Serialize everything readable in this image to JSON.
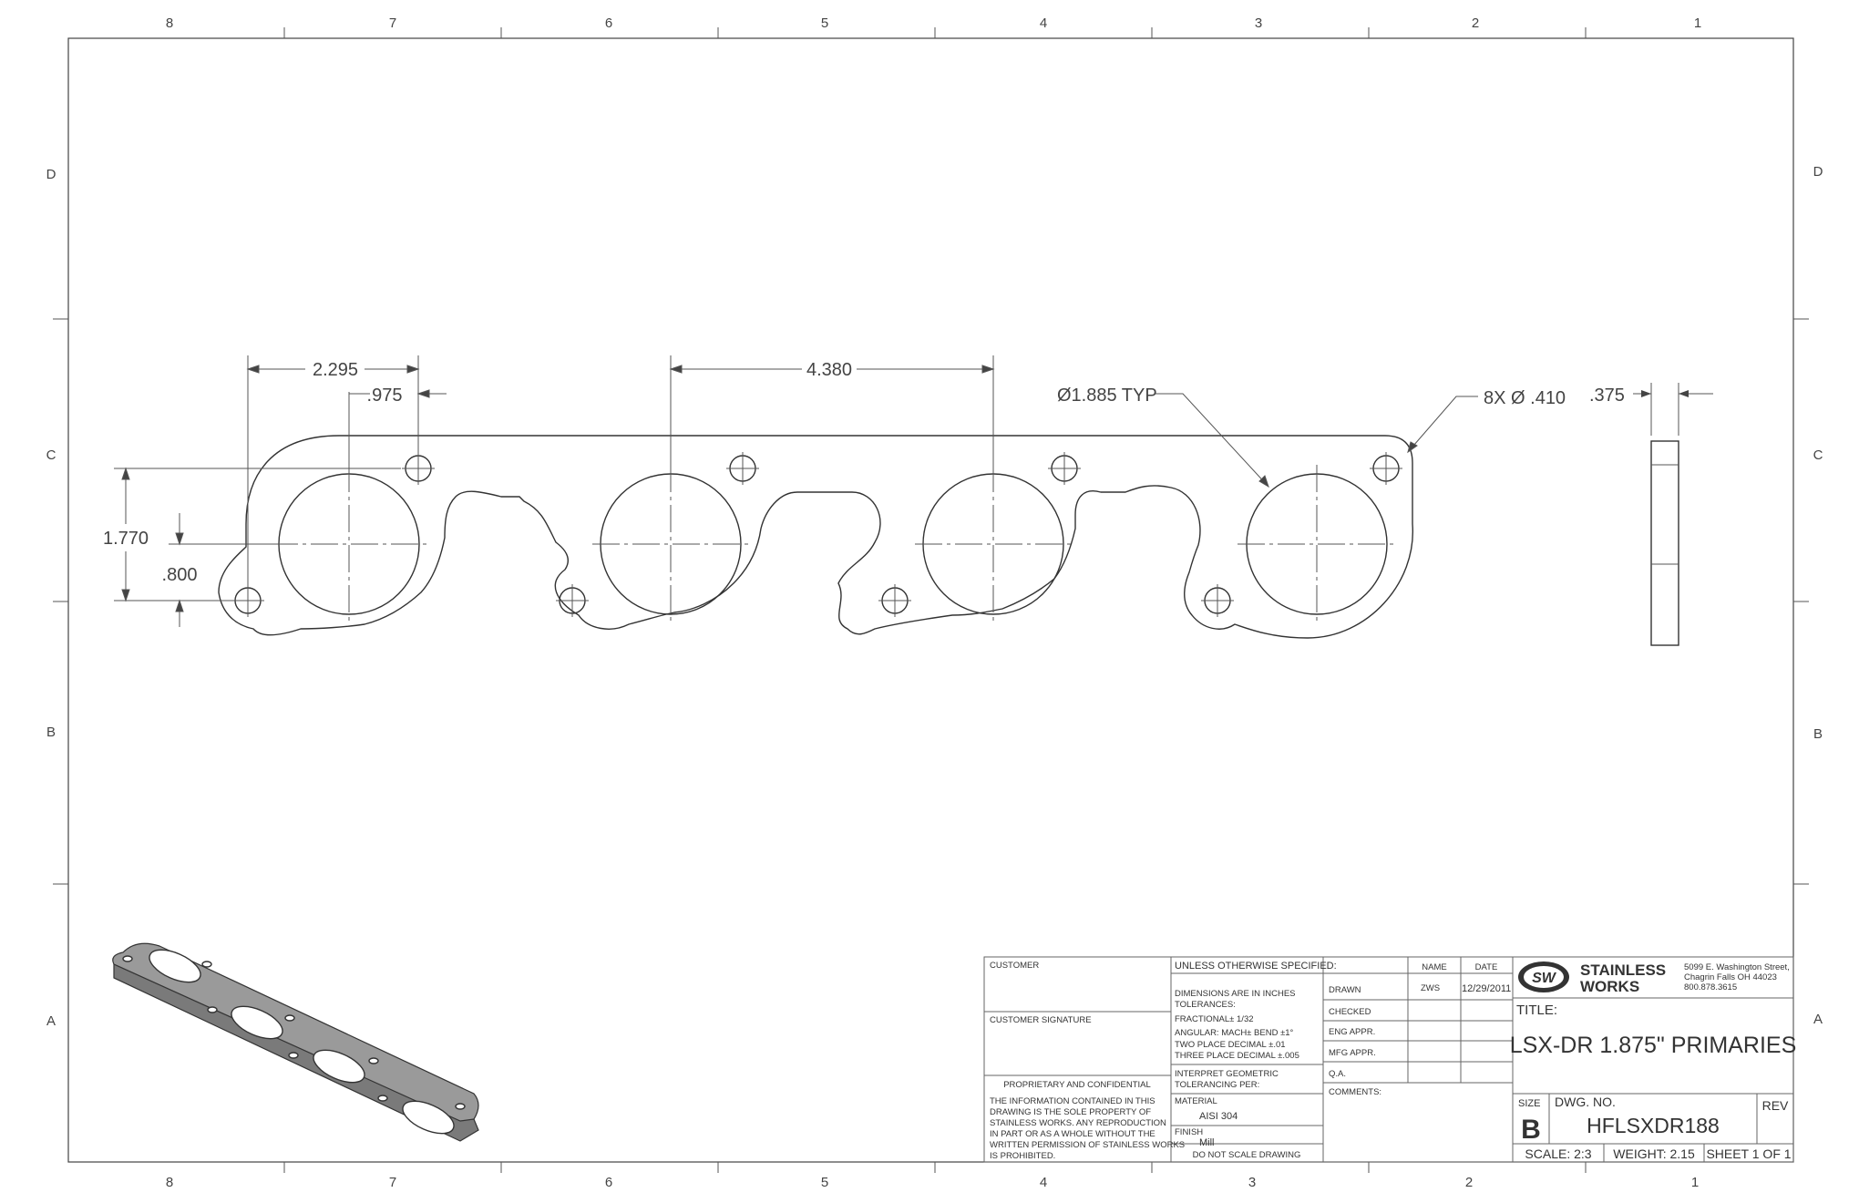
{
  "zones": {
    "columns": [
      "8",
      "7",
      "6",
      "5",
      "4",
      "3",
      "2",
      "1"
    ],
    "rows": [
      "D",
      "C",
      "B",
      "A"
    ]
  },
  "dimensions": {
    "d1": "2.295",
    "d2": ".975",
    "d3": "4.380",
    "d4": "1.770",
    "d5": ".800",
    "d6": "Ø1.885 TYP",
    "d7": "8X Ø .410",
    "d8": ".375"
  },
  "title_block": {
    "customer": "CUSTOMER",
    "customer_signature": "CUSTOMER SIGNATURE",
    "proprietary_heading": "PROPRIETARY AND CONFIDENTIAL",
    "proprietary_lines": [
      "THE INFORMATION CONTAINED IN THIS",
      "DRAWING IS THE SOLE PROPERTY OF",
      "STAINLESS WORKS.  ANY REPRODUCTION",
      "IN PART OR AS A WHOLE WITHOUT THE",
      "WRITTEN PERMISSION OF STAINLESS WORKS",
      "IS PROHIBITED."
    ],
    "unless": "UNLESS OTHERWISE SPECIFIED:",
    "dims_in_inches": "DIMENSIONS ARE IN INCHES",
    "tolerances": "TOLERANCES:",
    "fractional": "FRACTIONAL± 1/32",
    "angular": "ANGULAR: MACH±    BEND  ±1°",
    "two_place": "TWO PLACE DECIMAL    ±.01",
    "three_place": "THREE PLACE DECIMAL  ±.005",
    "interpret": "INTERPRET GEOMETRIC",
    "tolerancing_per": "TOLERANCING PER:",
    "material_label": "MATERIAL",
    "material": "AISI 304",
    "finish_label": "FINISH",
    "finish": "Mill",
    "do_not_scale": "DO NOT SCALE DRAWING",
    "name_header": "NAME",
    "date_header": "DATE",
    "rows": [
      {
        "label": "DRAWN",
        "name": "ZWS",
        "date": "12/29/2011"
      },
      {
        "label": "CHECKED",
        "name": "",
        "date": ""
      },
      {
        "label": "ENG APPR.",
        "name": "",
        "date": ""
      },
      {
        "label": "MFG APPR.",
        "name": "",
        "date": ""
      },
      {
        "label": "Q.A.",
        "name": "",
        "date": ""
      }
    ],
    "comments": "COMMENTS:",
    "company": {
      "logo_text": "SW",
      "name_line1": "STAINLESS",
      "name_line2": "WORKS",
      "address1": "5099 E. Washington Street,",
      "address2": "Chagrin Falls OH 44023",
      "address3": "800.878.3615"
    },
    "title_label": "TITLE:",
    "title": "LSX-DR 1.875\" PRIMARIES",
    "size_label": "SIZE",
    "size": "B",
    "dwg_no_label": "DWG.  NO.",
    "dwg_no": "HFLSXDR188",
    "rev_label": "REV",
    "scale": "SCALE: 2:3",
    "weight": "WEIGHT: 2.15",
    "sheet": "SHEET 1 OF 1"
  },
  "colors": {
    "line": "#444444",
    "iso_fill": "#8a8a8a"
  }
}
